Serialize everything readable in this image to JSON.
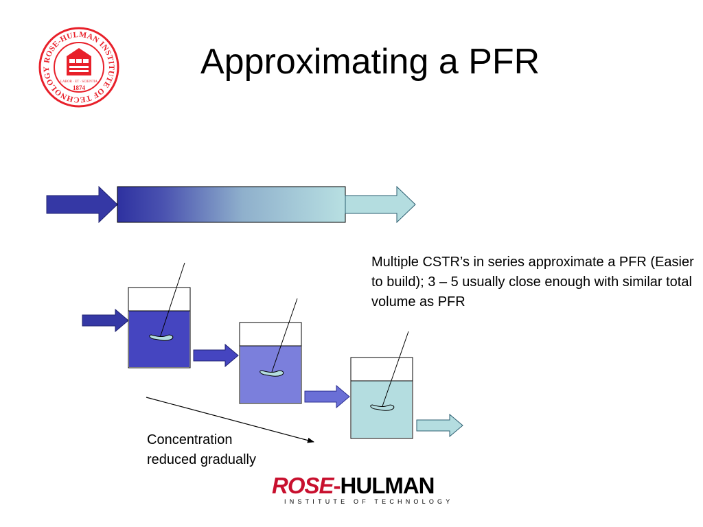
{
  "slide": {
    "title": "Approximating a PFR",
    "caption": "Multiple CSTR’s in series approximate a PFR (Easier to build); 3 – 5 usually close enough with similar total volume as PFR",
    "concentration_label_line1": "Concentration",
    "concentration_label_line2": "reduced gradually"
  },
  "seal": {
    "text": "ROSE-HULMAN INSTITUTE OF TECHNOLOGY",
    "year": "1874",
    "motto": "LABOR · ET · SCIENTIA",
    "color": "#e8202a"
  },
  "logo": {
    "rose": "ROSE",
    "separator": "-",
    "hulman": "HULMAN",
    "subtitle": "INSTITUTE OF TECHNOLOGY",
    "red": "#c8102e"
  },
  "colors": {
    "dark_blue": "#3538a5",
    "medium_blue": "#7b7fdc",
    "light_cyan": "#b4dde0",
    "tank1_fill": "#4545c0",
    "tank2_fill": "#7b7fdc",
    "tank3_fill": "#b4dde0"
  }
}
